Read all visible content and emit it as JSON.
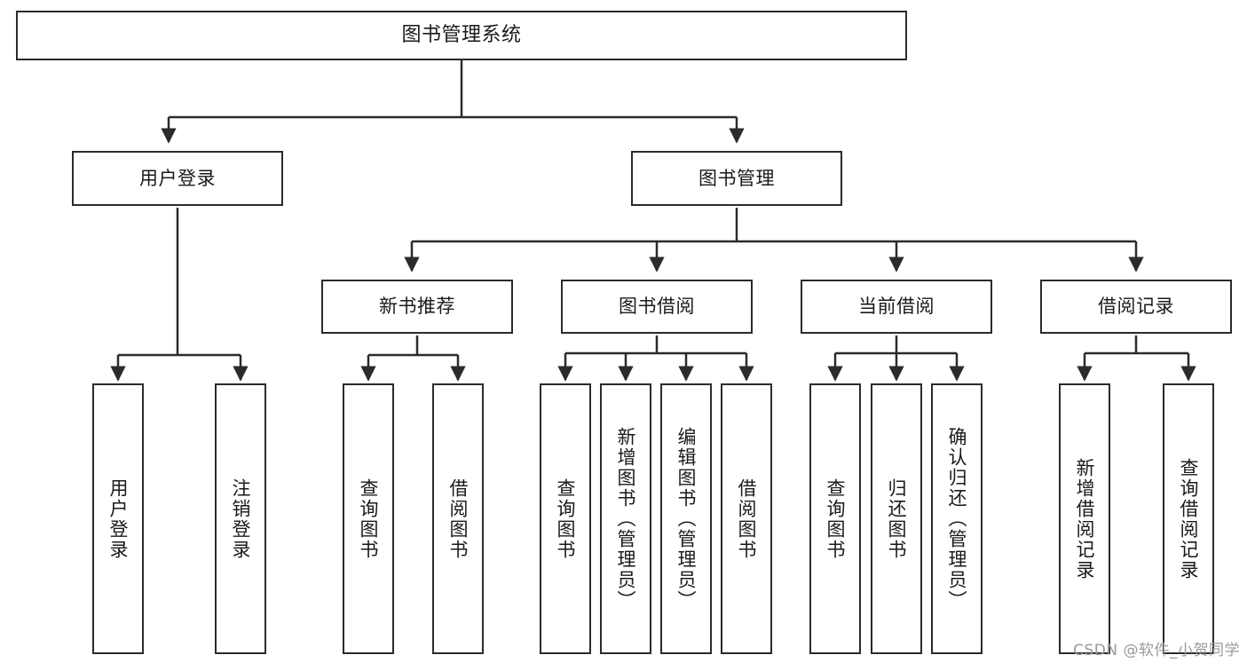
{
  "diagram": {
    "title": "图书管理系统",
    "type": "tree-hierarchy",
    "watermark": "CSDN @软件_小贺同学",
    "colors": {
      "box_border": "#2b2b2b",
      "box_fill": "#ffffff",
      "connector": "#2b2b2b",
      "text": "#1a1a1a",
      "watermark": "#9a9a9a"
    },
    "nodes": {
      "root": {
        "label": "图书管理系统",
        "orientation": "horizontal"
      },
      "level1": [
        {
          "label": "用户登录",
          "orientation": "horizontal"
        },
        {
          "label": "图书管理",
          "orientation": "horizontal"
        }
      ],
      "level2": [
        {
          "label": "新书推荐",
          "orientation": "horizontal"
        },
        {
          "label": "图书借阅",
          "orientation": "horizontal"
        },
        {
          "label": "当前借阅",
          "orientation": "horizontal"
        },
        {
          "label": "借阅记录",
          "orientation": "horizontal"
        }
      ],
      "leaves": {
        "user_login": [
          {
            "label": "用户登录",
            "orientation": "vertical"
          },
          {
            "label": "注销登录",
            "orientation": "vertical"
          }
        ],
        "new_book_recommend": [
          {
            "label": "查询图书",
            "orientation": "vertical"
          },
          {
            "label": "借阅图书",
            "orientation": "vertical"
          }
        ],
        "book_borrow": [
          {
            "label": "查询图书",
            "orientation": "vertical"
          },
          {
            "label": "新增图书（管理员）",
            "orientation": "vertical"
          },
          {
            "label": "编辑图书（管理员）",
            "orientation": "vertical"
          },
          {
            "label": "借阅图书",
            "orientation": "vertical"
          }
        ],
        "current_borrow": [
          {
            "label": "查询图书",
            "orientation": "vertical"
          },
          {
            "label": "归还图书",
            "orientation": "vertical"
          },
          {
            "label": "确认归还（管理员）",
            "orientation": "vertical"
          }
        ],
        "borrow_record": [
          {
            "label": "新增借阅记录",
            "orientation": "vertical"
          },
          {
            "label": "查询借阅记录",
            "orientation": "vertical"
          }
        ]
      }
    }
  }
}
